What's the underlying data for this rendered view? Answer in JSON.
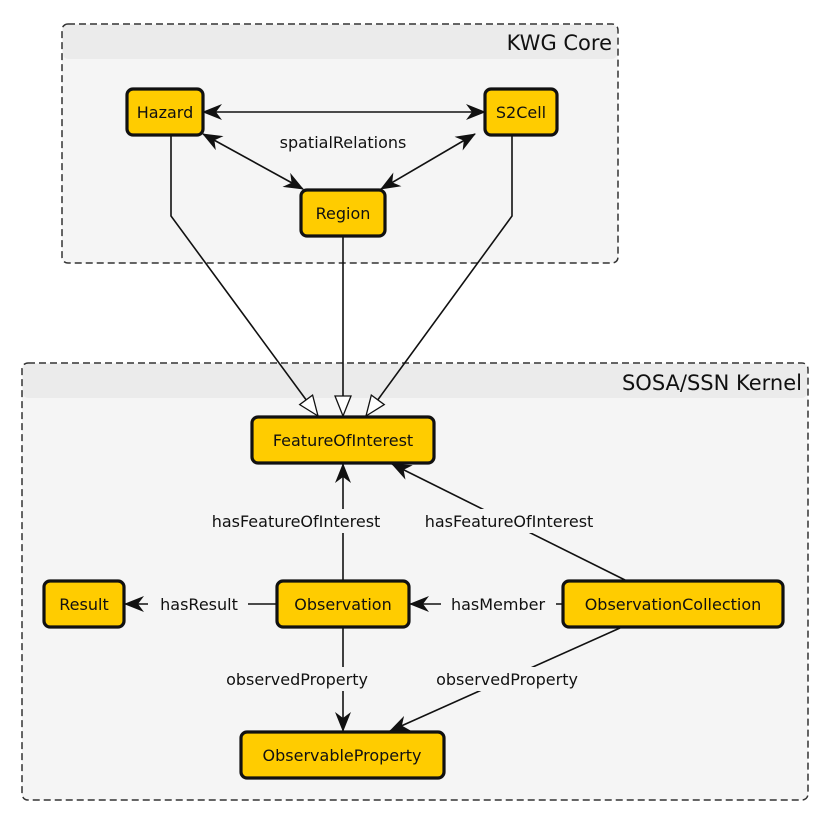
{
  "groups": {
    "kwg_core": {
      "title": "KWG Core"
    },
    "sosa_ssn": {
      "title": "SOSA/SSN Kernel"
    }
  },
  "nodes": {
    "hazard": "Hazard",
    "s2cell": "S2Cell",
    "region": "Region",
    "feature_of_interest": "FeatureOfInterest",
    "result": "Result",
    "observation": "Observation",
    "observation_collection": "ObservationCollection",
    "observable_property": "ObservableProperty"
  },
  "edges": {
    "spatial_relations": "spatialRelations",
    "has_foi_observation": "hasFeatureOfInterest",
    "has_foi_collection": "hasFeatureOfInterest",
    "has_result": "hasResult",
    "has_member": "hasMember",
    "observed_property_observation": "observedProperty",
    "observed_property_collection": "observedProperty"
  },
  "relations": [
    {
      "from": "Hazard",
      "to": "S2Cell",
      "label": "spatialRelations",
      "kind": "bidirectional"
    },
    {
      "from": "Hazard",
      "to": "Region",
      "label": "spatialRelations",
      "kind": "bidirectional"
    },
    {
      "from": "S2Cell",
      "to": "Region",
      "label": "spatialRelations",
      "kind": "bidirectional"
    },
    {
      "from": "Hazard",
      "to": "FeatureOfInterest",
      "label": "",
      "kind": "subclass"
    },
    {
      "from": "Region",
      "to": "FeatureOfInterest",
      "label": "",
      "kind": "subclass"
    },
    {
      "from": "S2Cell",
      "to": "FeatureOfInterest",
      "label": "",
      "kind": "subclass"
    },
    {
      "from": "Observation",
      "to": "FeatureOfInterest",
      "label": "hasFeatureOfInterest",
      "kind": "property"
    },
    {
      "from": "ObservationCollection",
      "to": "FeatureOfInterest",
      "label": "hasFeatureOfInterest",
      "kind": "property"
    },
    {
      "from": "Observation",
      "to": "Result",
      "label": "hasResult",
      "kind": "property"
    },
    {
      "from": "ObservationCollection",
      "to": "Observation",
      "label": "hasMember",
      "kind": "property"
    },
    {
      "from": "Observation",
      "to": "ObservableProperty",
      "label": "observedProperty",
      "kind": "property"
    },
    {
      "from": "ObservationCollection",
      "to": "ObservableProperty",
      "label": "observedProperty",
      "kind": "property"
    }
  ],
  "colors": {
    "node_fill": "#ffcc00",
    "node_stroke": "#111111",
    "group_fill": "#f5f5f5",
    "group_header": "#ebebeb"
  }
}
